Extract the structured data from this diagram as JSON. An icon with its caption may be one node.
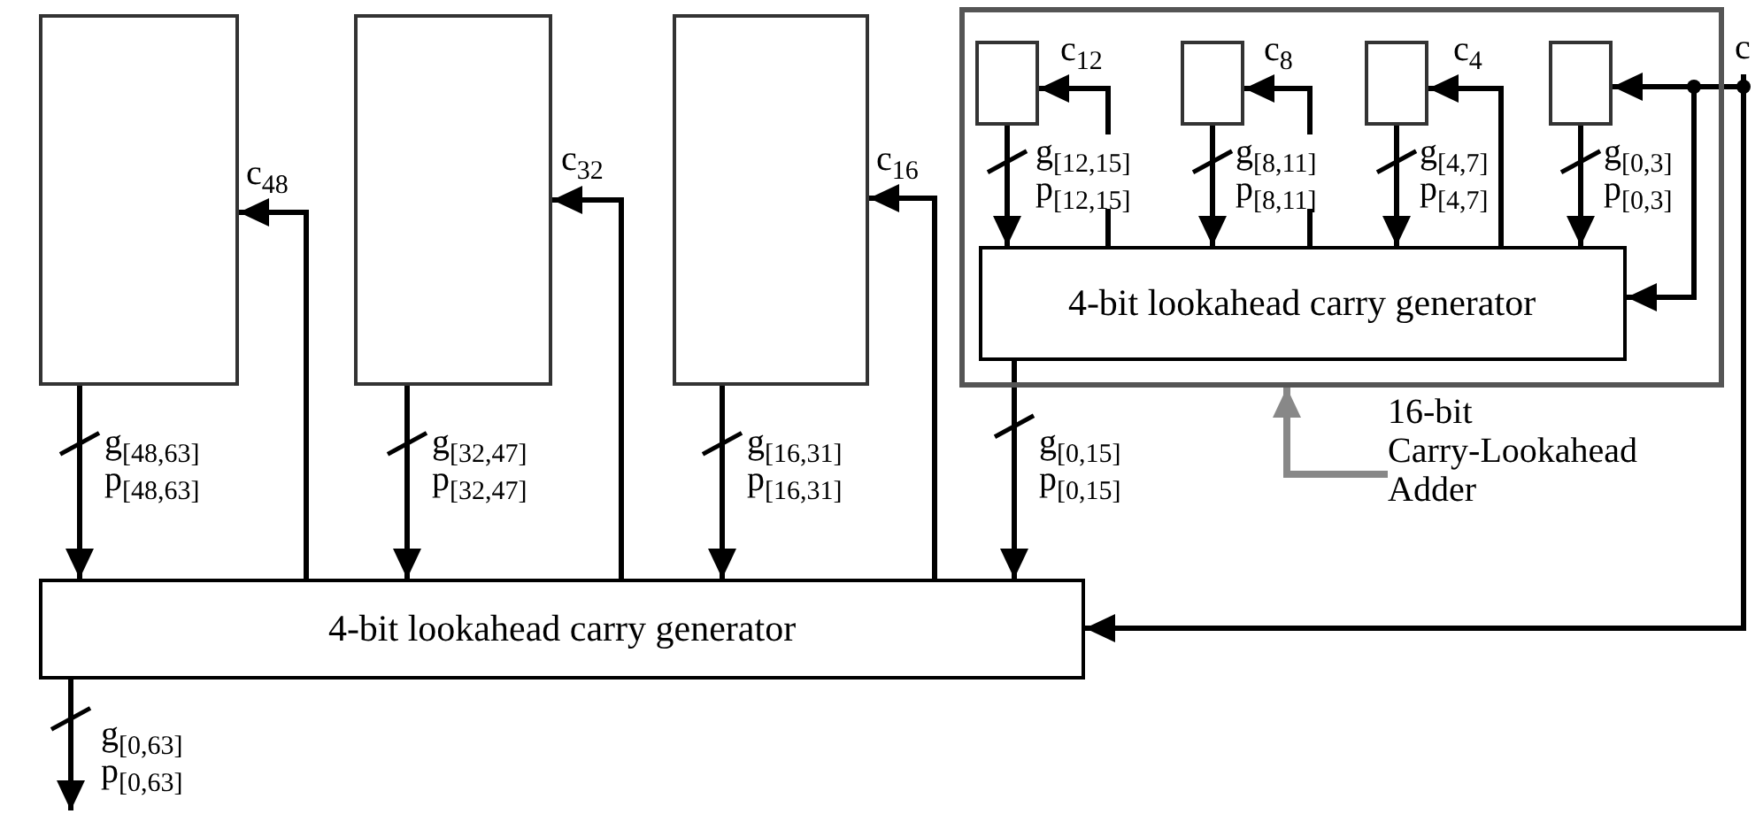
{
  "diagram": {
    "nodes": [
      {
        "text": [],
        "shape": "box"
      },
      {
        "text": [],
        "shape": "box"
      },
      {
        "text": [],
        "shape": "box"
      },
      {
        "text": [],
        "shape": "box"
      },
      {
        "text": [],
        "shape": "box",
        "in": 3
      },
      {
        "text": [],
        "shape": "box",
        "in": 3
      },
      {
        "text": [],
        "shape": "box",
        "in": 3
      },
      {
        "text": [],
        "shape": "box",
        "in": 3
      },
      {
        "text": [
          "4-bit lookahead carry generator"
        ],
        "in": 3
      },
      {
        "text": [
          "4-bit lookahead carry generator"
        ]
      },
      {
        "text": [
          "c"
        ]
      },
      {
        "text": [
          "16-bit Carry-Lookahead Adder"
        ]
      }
    ],
    "edges": [
      {
        "from": 0,
        "to": 9,
        "arrow": "to",
        "label": "g$_{[48,63]}$ p$_{[48,63]}$"
      },
      {
        "from": 9,
        "to": 0,
        "arrow": "to",
        "label": "c$_{48}$"
      },
      {
        "from": 1,
        "to": 9,
        "arrow": "to",
        "label": "g$_{[32,47]}$ p$_{[32,47]}$"
      },
      {
        "from": 9,
        "to": 1,
        "arrow": "to",
        "label": "c$_{32}$"
      },
      {
        "from": 2,
        "to": 9,
        "arrow": "to",
        "label": "g$_{[16,31]}$ p$_{[16,31]}$"
      },
      {
        "from": 9,
        "to": 2,
        "arrow": "to",
        "label": "c$_{16}$"
      },
      {
        "from": 8,
        "to": 9,
        "arrow": "to",
        "label": "g$_{[0,15]}$ p$_{[0,15]}$"
      },
      {
        "from": 9,
        "to": null,
        "arrow": "to",
        "label": "g$_{[0,63]}$ p$_{[0,63]}$"
      },
      {
        "from": 4,
        "to": 8,
        "arrow": "to",
        "label": "g$_{[12,15]}$ p$_{[12,15]}$"
      },
      {
        "from": 8,
        "to": 4,
        "arrow": "to",
        "label": "c$_{12}$"
      },
      {
        "from": 5,
        "to": 8,
        "arrow": "to",
        "label": "g$_{[8,11]}$ p$_{[8,11]}$"
      },
      {
        "from": 8,
        "to": 5,
        "arrow": "to",
        "label": "c$_{8}$"
      },
      {
        "from": 6,
        "to": 8,
        "arrow": "to",
        "label": "g$_{[4,7]}$ p$_{[4,7]}$"
      },
      {
        "from": 8,
        "to": 6,
        "arrow": "to",
        "label": "c$_{4}$"
      },
      {
        "from": 7,
        "to": 8,
        "arrow": "to",
        "label": "g$_{[0,3]}$ p$_{[0,3]}$"
      },
      {
        "from": 10,
        "to": 7,
        "arrow": "to"
      },
      {
        "from": 10,
        "to": 8,
        "arrow": "to"
      },
      {
        "from": 10,
        "to": 9,
        "arrow": "to"
      },
      {
        "from": 11,
        "to": 3,
        "arrow": "to",
        "color": "#888888"
      }
    ]
  }
}
